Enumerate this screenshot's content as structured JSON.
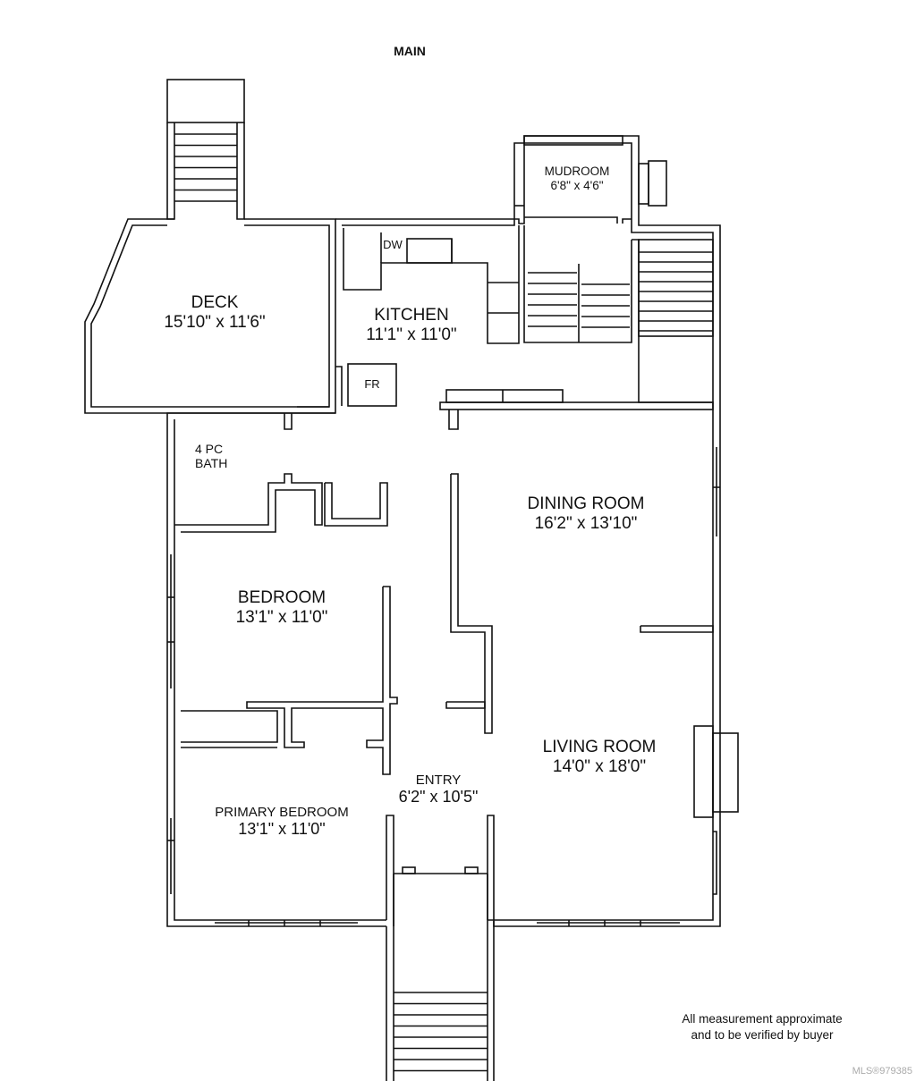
{
  "title": "MAIN",
  "rooms": {
    "deck": {
      "name": "DECK",
      "dims": "15'10\" x 11'6\""
    },
    "kitchen": {
      "name": "KITCHEN",
      "dims": "11'1\" x 11'0\""
    },
    "mudroom": {
      "name": "MUDROOM",
      "dims": "6'8\" x 4'6\""
    },
    "bath": {
      "name_line1": "4 PC",
      "name_line2": "BATH"
    },
    "dining": {
      "name": "DINING ROOM",
      "dims": "16'2\" x 13'10\""
    },
    "bedroom": {
      "name": "BEDROOM",
      "dims": "13'1\" x 11'0\""
    },
    "living": {
      "name": "LIVING ROOM",
      "dims": "14'0\" x 18'0\""
    },
    "entry": {
      "name": "ENTRY",
      "dims": "6'2\" x 10'5\""
    },
    "primary": {
      "name": "PRIMARY BEDROOM",
      "dims": "13'1\" x 11'0\""
    }
  },
  "fixtures": {
    "dishwasher": "DW",
    "fridge": "FR"
  },
  "disclaimer": {
    "line1": "All measurement approximate",
    "line2": "and to be verified by buyer"
  },
  "watermark": "MLS®979385"
}
